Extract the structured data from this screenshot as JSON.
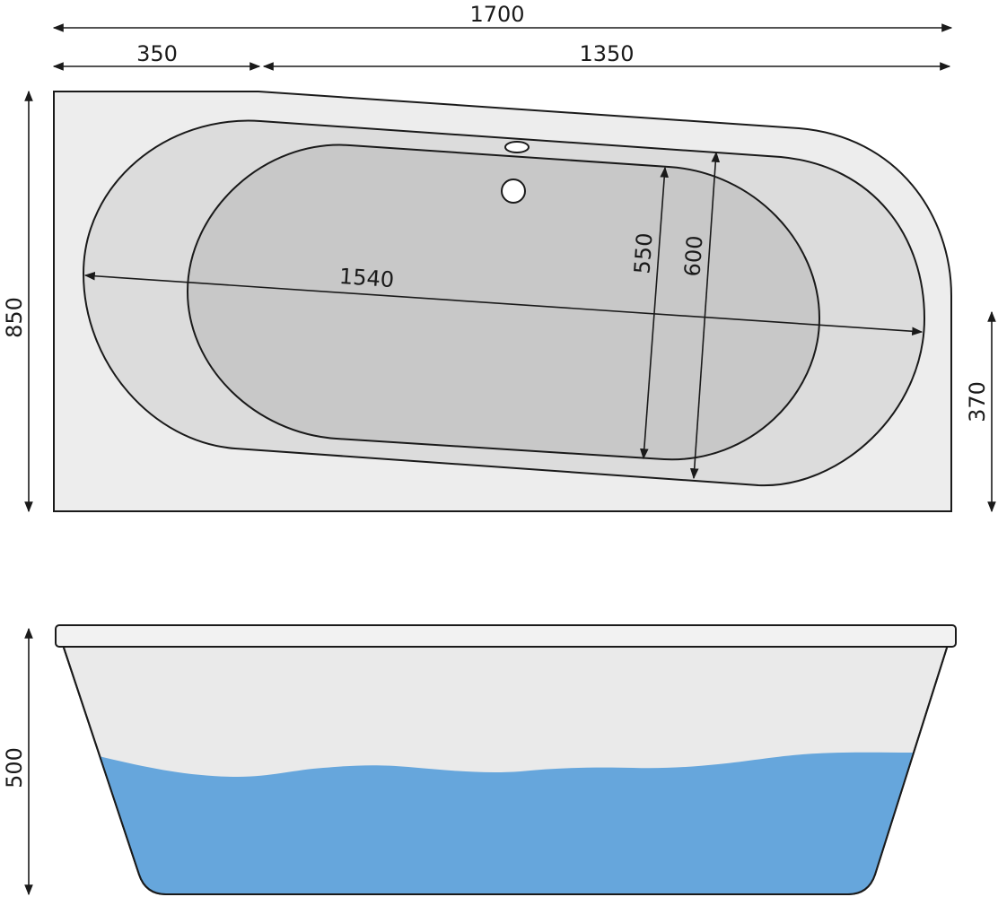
{
  "top_view": {
    "dims": {
      "total_length": "1700",
      "left_segment": "350",
      "right_segment": "1350",
      "height_left": "850",
      "height_right": "370",
      "inner_length": "1540",
      "inner_width_small": "550",
      "inner_width_large": "600"
    }
  },
  "side_view": {
    "dims": {
      "depth": "500"
    }
  },
  "colors": {
    "deck": "#ededed",
    "basin_outer": "#dcdcdc",
    "basin_inner": "#c8c8c8",
    "water": "#66a6dc",
    "side_body": "#eaeaea",
    "rim": "#f2f2f2",
    "stroke": "#1a1a1a"
  }
}
